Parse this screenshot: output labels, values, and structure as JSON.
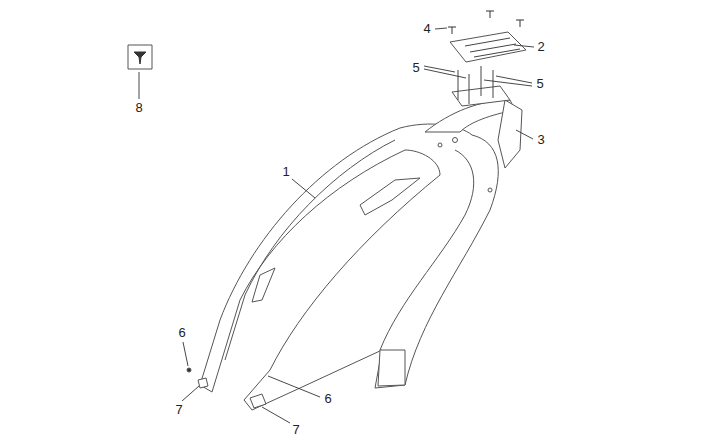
{
  "diagram": {
    "labels": [
      "4",
      "2",
      "5",
      "5",
      "3",
      "8",
      "1",
      "6",
      "7",
      "6",
      "7"
    ]
  }
}
